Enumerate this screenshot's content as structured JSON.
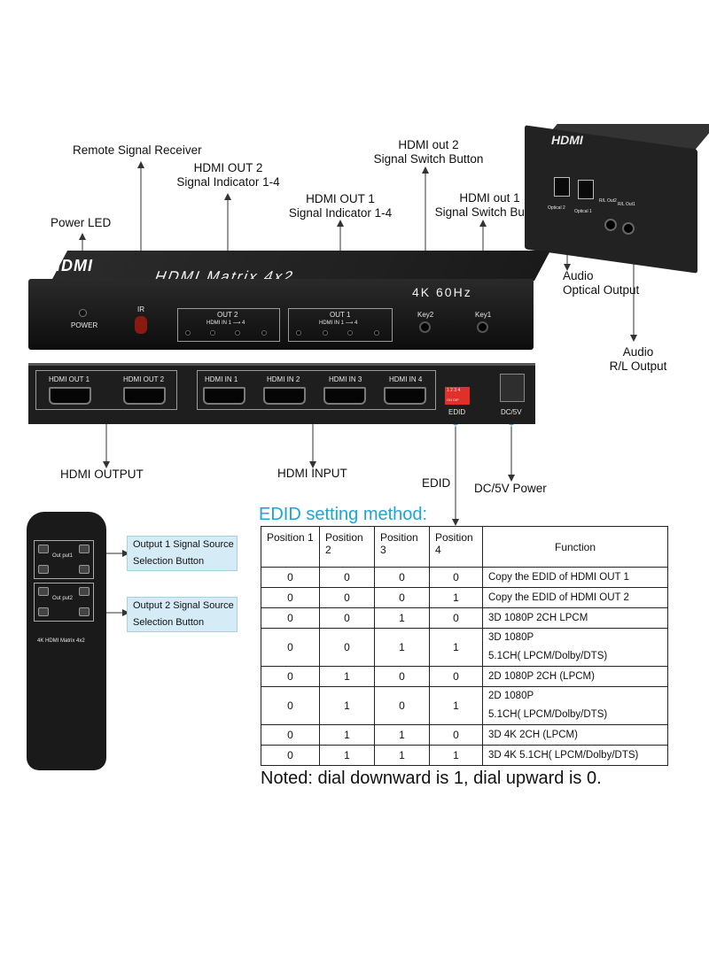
{
  "labels": {
    "remote_receiver": "Remote Signal Receiver",
    "out2_indicator_l1": "HDMI OUT 2",
    "out2_indicator_l2": "Signal Indicator 1-4",
    "out1_indicator_l1": "HDMI OUT 1",
    "out1_indicator_l2": "Signal Indicator 1-4",
    "out2_switch_l1": "HDMI out 2",
    "out2_switch_l2": "Signal Switch Button",
    "out1_switch_l1": "HDMI out 1",
    "out1_switch_l2": "Signal Switch Button",
    "power_led": "Power LED",
    "audio_optical_l1": "Audio",
    "audio_optical_l2": "Optical Output",
    "audio_rl_l1": "Audio",
    "audio_rl_l2": "R/L Output",
    "hdmi_output": "HDMI OUTPUT",
    "hdmi_input": "HDMI INPUT",
    "edid": "EDID",
    "dc_power": "DC/5V Power"
  },
  "device": {
    "logo": "HDMI",
    "title": "HDMI Matrix 4x2",
    "resolution": "4K 60Hz",
    "power": "POWER",
    "ir": "IR",
    "out2_box": "OUT 2",
    "out1_box": "OUT 1",
    "hdmi_in_range": "HDMI IN 1 ⟶ 4",
    "key2": "Key2",
    "key1": "Key1",
    "ports_out": [
      "HDMI OUT 1",
      "HDMI OUT 2"
    ],
    "ports_in": [
      "HDMI IN 1",
      "HDMI IN 2",
      "HDMI IN 3",
      "HDMI IN 4"
    ],
    "dip_numbers": "1 2 3 4",
    "dip_sub": "ON  DIP",
    "edid_port": "EDID",
    "dc_port": "DC/5V",
    "inset_optical_2": "Optical 2",
    "inset_optical_1": "Optical 1",
    "inset_rl_out2": "R/L Out2",
    "inset_rl_out1": "R/L Out1"
  },
  "remote": {
    "out1_label": "Out put1",
    "out2_label": "Out put2",
    "model": "4K HDMI Matrix 4x2",
    "callout1": [
      "Output  1 Signal Source",
      "Selection Button"
    ],
    "callout2": [
      "Output  2 Signal Source",
      "Selection Button"
    ]
  },
  "edid_table": {
    "title": "EDID setting method:",
    "headers": [
      "Position 1",
      "Position 2",
      "Position 3",
      "Position 4",
      "Function"
    ],
    "rows": [
      {
        "p": [
          "0",
          "0",
          "0",
          "0"
        ],
        "fn": [
          "Copy the EDID of HDMI OUT 1"
        ]
      },
      {
        "p": [
          "0",
          "0",
          "0",
          "1"
        ],
        "fn": [
          "Copy the EDID of HDMI OUT 2"
        ]
      },
      {
        "p": [
          "0",
          "0",
          "1",
          "0"
        ],
        "fn": [
          "3D 1080P 2CH LPCM"
        ]
      },
      {
        "p": [
          "0",
          "0",
          "1",
          "1"
        ],
        "fn": [
          "3D 1080P",
          "5.1CH( LPCM/Dolby/DTS)"
        ]
      },
      {
        "p": [
          "0",
          "1",
          "0",
          "0"
        ],
        "fn": [
          "2D 1080P 2CH (LPCM)"
        ]
      },
      {
        "p": [
          "0",
          "1",
          "0",
          "1"
        ],
        "fn": [
          "2D 1080P",
          "5.1CH( LPCM/Dolby/DTS)"
        ]
      },
      {
        "p": [
          "0",
          "1",
          "1",
          "0"
        ],
        "fn": [
          "3D 4K 2CH (LPCM)"
        ]
      },
      {
        "p": [
          "0",
          "1",
          "1",
          "1"
        ],
        "fn": [
          "3D 4K 5.1CH( LPCM/Dolby/DTS)"
        ]
      }
    ]
  },
  "note": "Noted: dial downward is 1, dial upward is 0.",
  "colors": {
    "title_blue": "#1aa5dc",
    "callout_bg": "#d5ecf7",
    "pointer_dot": "#29aee6",
    "ir_red": "#8a1a10",
    "dip_red": "#e0302a"
  }
}
